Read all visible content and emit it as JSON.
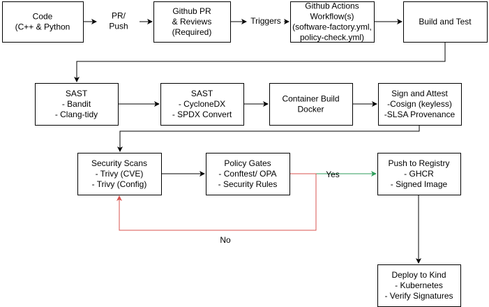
{
  "colors": {
    "default_edge": "#000000",
    "no_edge": "#d9534f",
    "yes_edge": "#2e9e5b",
    "node_fill": "#ffffff",
    "node_stroke": "#000000"
  },
  "nodes": [
    {
      "id": "code",
      "name": "node-code",
      "lines": [
        "Code",
        "(C++ & Python"
      ]
    },
    {
      "id": "pr",
      "name": "node-pr-push",
      "lines": [
        "PR/",
        "Push"
      ],
      "plain": true
    },
    {
      "id": "github-pr",
      "name": "node-github-pr",
      "lines": [
        "Github PR",
        "& Reviews",
        "(Required)"
      ]
    },
    {
      "id": "triggers",
      "name": "node-triggers",
      "lines": [
        "Triggers"
      ],
      "plain": true
    },
    {
      "id": "gha",
      "name": "node-github-actions",
      "lines": [
        "Github Actions",
        "Workflow(s)",
        "(software-factory.yml,",
        "policy-check.yml)"
      ]
    },
    {
      "id": "build-test",
      "name": "node-build-and-test",
      "lines": [
        "Build and Test"
      ]
    },
    {
      "id": "sast1",
      "name": "node-sast-bandit",
      "lines": [
        "SAST",
        "- Bandit",
        "- Clang-tidy"
      ]
    },
    {
      "id": "sast2",
      "name": "node-sast-cyclonedx",
      "lines": [
        "SAST",
        "- CycloneDX",
        "- SPDX Convert"
      ]
    },
    {
      "id": "container",
      "name": "node-container-build",
      "lines": [
        "Container Build",
        "Docker"
      ]
    },
    {
      "id": "sign",
      "name": "node-sign-and-attest",
      "lines": [
        "Sign and Attest",
        "-Cosign (keyless)",
        "-SLSA Provenance"
      ]
    },
    {
      "id": "security",
      "name": "node-security-scans",
      "lines": [
        "Security Scans",
        "- Trivy (CVE)",
        "- Trivy (Config)"
      ]
    },
    {
      "id": "policy",
      "name": "node-policy-gates",
      "lines": [
        "Policy Gates",
        "- Conftest/ OPA",
        "- Security Rules"
      ]
    },
    {
      "id": "registry",
      "name": "node-push-to-registry",
      "lines": [
        "Push to Registry",
        "- GHCR",
        "- Signed Image"
      ]
    },
    {
      "id": "deploy",
      "name": "node-deploy-to-kind",
      "lines": [
        "Deploy to Kind",
        "- Kubernetes",
        "- Verify Signatures"
      ]
    }
  ],
  "edges": [
    {
      "id": "e1",
      "name": "edge-code-to-pr",
      "color": "default_edge"
    },
    {
      "id": "e2",
      "name": "edge-pr-to-github-pr",
      "color": "default_edge"
    },
    {
      "id": "e3",
      "name": "edge-github-pr-to-triggers",
      "color": "default_edge"
    },
    {
      "id": "e4",
      "name": "edge-triggers-to-github-actions",
      "color": "default_edge"
    },
    {
      "id": "e5",
      "name": "edge-github-actions-to-build",
      "color": "default_edge"
    },
    {
      "id": "e6",
      "name": "edge-build-to-sast1",
      "color": "default_edge"
    },
    {
      "id": "e7",
      "name": "edge-sast1-to-sast2",
      "color": "default_edge"
    },
    {
      "id": "e8",
      "name": "edge-sast2-to-container",
      "color": "default_edge"
    },
    {
      "id": "e9",
      "name": "edge-container-to-sign",
      "color": "default_edge"
    },
    {
      "id": "e10",
      "name": "edge-sign-to-security",
      "color": "default_edge"
    },
    {
      "id": "e11",
      "name": "edge-security-to-policy",
      "color": "default_edge"
    },
    {
      "id": "e12",
      "name": "edge-policy-yes-to-registry",
      "color": "yes_edge",
      "label": "Yes"
    },
    {
      "id": "e13",
      "name": "edge-policy-no-to-security",
      "color": "no_edge",
      "label": "No"
    },
    {
      "id": "e14",
      "name": "edge-registry-to-deploy",
      "color": "default_edge"
    }
  ]
}
